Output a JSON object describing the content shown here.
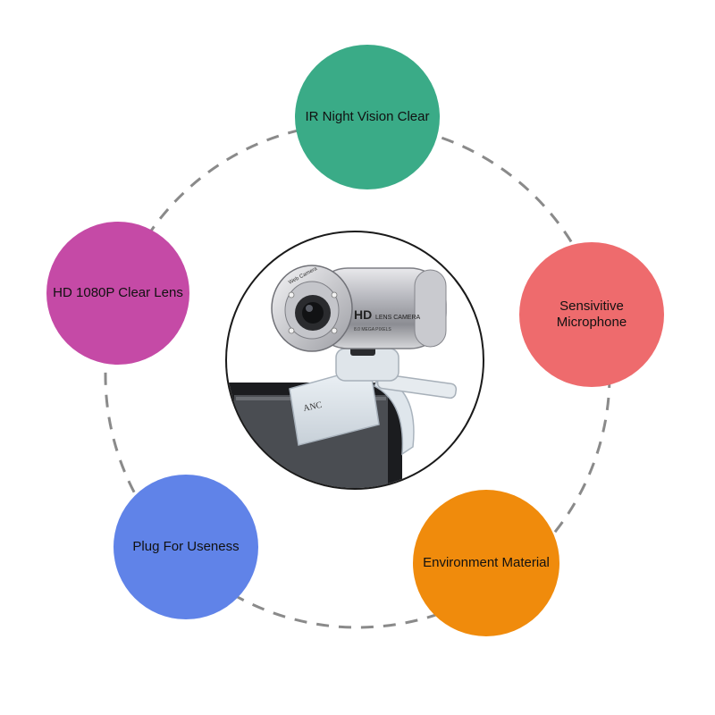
{
  "features": {
    "top": {
      "label": "IR Night Vision Clear",
      "color": "#3aab87"
    },
    "left": {
      "label": "HD 1080P Clear Lens",
      "color": "#c54aa6"
    },
    "right": {
      "label": "Sensivitive Microphone",
      "color": "#ee6b6d"
    },
    "bottom_left": {
      "label": "Plug For Useness",
      "color": "#6083e8"
    },
    "bottom_right": {
      "label": "Environment Material",
      "color": "#f08b0c"
    }
  },
  "ring": {
    "stroke_color": "#8a8a8a",
    "style": "dashed"
  },
  "product": {
    "name": "webcam-product",
    "lens_ring_text": "Web Camera",
    "body_text_big": "HD",
    "body_text_small": "LENS CAMERA",
    "body_text_sub": "8.0 MEGA PIXELS",
    "clip_brand": "ANC"
  }
}
